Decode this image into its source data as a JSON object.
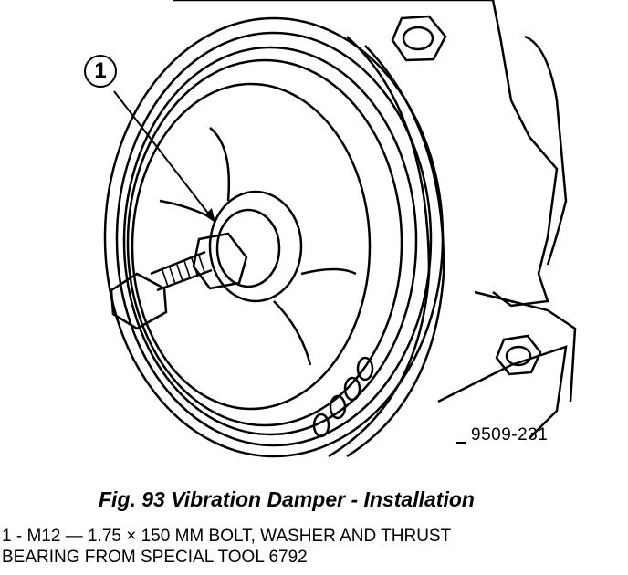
{
  "figure": {
    "callout_number": "1",
    "figure_code": "9509-231",
    "caption": "Fig. 93 Vibration Damper - Installation",
    "legend": [
      "1 - M12 — 1.75 × 150 MM BOLT, WASHER AND THRUST",
      "BEARING FROM SPECIAL TOOL 6792"
    ]
  }
}
